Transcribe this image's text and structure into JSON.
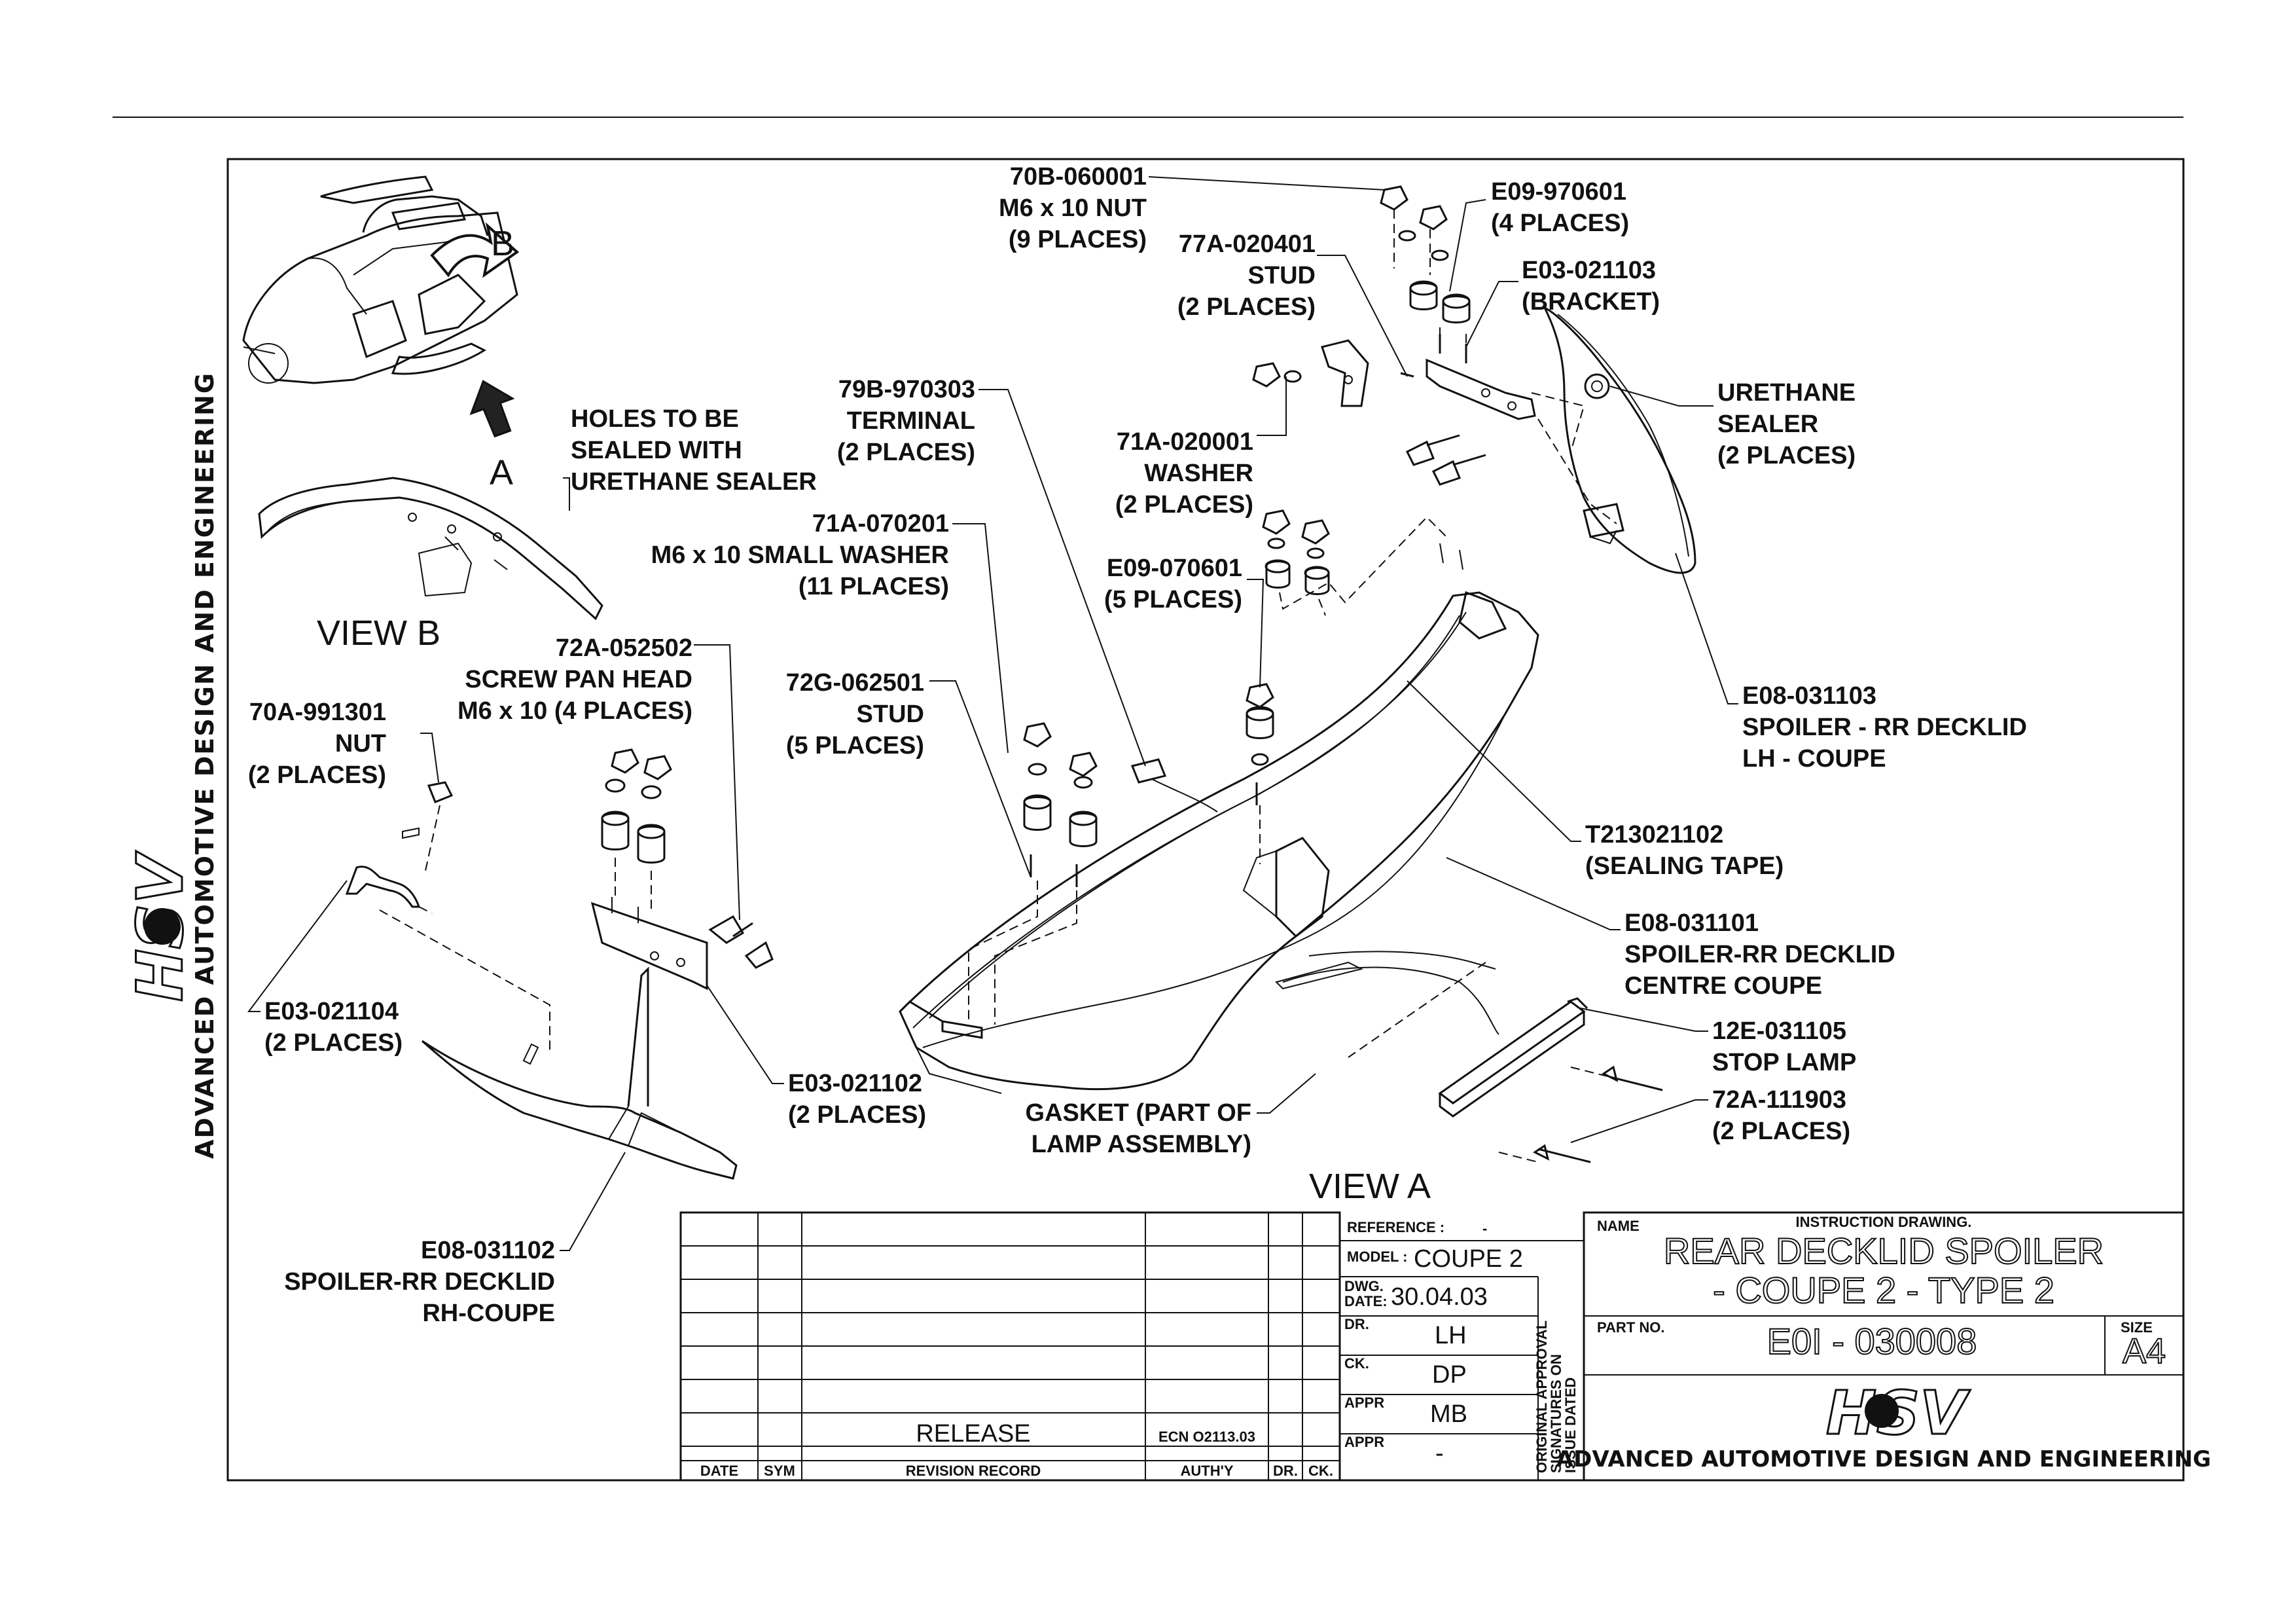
{
  "callouts": {
    "nut_70b": [
      "70B-060001",
      "M6 x 10 NUT",
      "(9 PLACES)"
    ],
    "e09_970601": [
      "E09-970601",
      "(4 PLACES)"
    ],
    "stud_77a": [
      "77A-020401",
      "STUD",
      "(2 PLACES)"
    ],
    "bracket_e03_021103": [
      "E03-021103",
      "(BRACKET)"
    ],
    "terminal_79b": [
      "79B-970303",
      "TERMINAL",
      "(2 PLACES)"
    ],
    "urethane_sealer": [
      "URETHANE",
      "SEALER",
      "(2 PLACES)"
    ],
    "holes_sealed": [
      "HOLES TO BE",
      "SEALED WITH",
      "URETHANE SEALER"
    ],
    "washer_71a_020001": [
      "71A-020001",
      "WASHER",
      "(2 PLACES)"
    ],
    "small_washer_71a_070201": [
      "71A-070201",
      "M6 x 10 SMALL WASHER",
      "(11 PLACES)"
    ],
    "e09_070601": [
      "E09-070601",
      "(5 PLACES)"
    ],
    "screw_72a_052502": [
      "72A-052502",
      "SCREW PAN HEAD",
      "M6 x 10 (4 PLACES)"
    ],
    "stud_72g": [
      "72G-062501",
      "STUD",
      "(5 PLACES)"
    ],
    "nut_70a": [
      "70A-991301",
      "NUT",
      "(2 PLACES)"
    ],
    "spoiler_lh": [
      "E08-031103",
      "SPOILER - RR DECKLID",
      "LH - COUPE"
    ],
    "sealing_tape": [
      "T213021102",
      "(SEALING TAPE)"
    ],
    "spoiler_centre": [
      "E08-031101",
      "SPOILER-RR DECKLID",
      "CENTRE COUPE"
    ],
    "e03_021104": [
      "E03-021104",
      "(2 PLACES)"
    ],
    "e03_021102": [
      "E03-021102",
      "(2 PLACES)"
    ],
    "stop_lamp": [
      "12E-031105",
      "STOP LAMP"
    ],
    "gasket": [
      "GASKET (PART OF",
      "LAMP ASSEMBLY)"
    ],
    "screw_72a_111903": [
      "72A-111903",
      "(2 PLACES)"
    ],
    "spoiler_rh": [
      "E08-031102",
      "SPOILER-RR DECKLID",
      "RH-COUPE"
    ]
  },
  "views": {
    "view_a": "VIEW A",
    "view_b": "VIEW B",
    "arrow_a": "A",
    "arrow_b": "B"
  },
  "side_text": "ADVANCED AUTOMOTIVE DESIGN AND ENGINEERING",
  "logo_text": "HSV",
  "title_block": {
    "revision_headers": {
      "date": "DATE",
      "sym": "SYM",
      "revision_record": "REVISION RECORD",
      "authy": "AUTH'Y",
      "dr": "DR.",
      "ck": "CK."
    },
    "release_row": {
      "revision_record": "RELEASE",
      "authy": "ECN O2113.03"
    },
    "reference_label": "REFERENCE :",
    "reference_value": "-",
    "model_label": "MODEL :",
    "model_value": "COUPE 2",
    "dwg_date_label": [
      "DWG.",
      "DATE:"
    ],
    "dwg_date_value": "30.04.03",
    "dr_label": "DR.",
    "dr_value": "LH",
    "ck_label": "CK.",
    "ck_value": "DP",
    "appr_label": "APPR",
    "appr_value_1": "MB",
    "appr_value_2": "-",
    "approval_note": [
      "ORIGINAL APPROVAL",
      "SIGNATURES ON",
      "ISSUE DATED"
    ],
    "name_label": "NAME",
    "drawing_type": "INSTRUCTION DRAWING.",
    "name_line_1": "REAR DECKLID SPOILER",
    "name_line_2": "- COUPE 2 - TYPE 2",
    "part_no_label": "PART NO.",
    "part_no": "E0I - 030008",
    "size_label": "SIZE",
    "size_value": "A4",
    "company": "ADVANCED AUTOMOTIVE DESIGN AND ENGINEERING"
  }
}
